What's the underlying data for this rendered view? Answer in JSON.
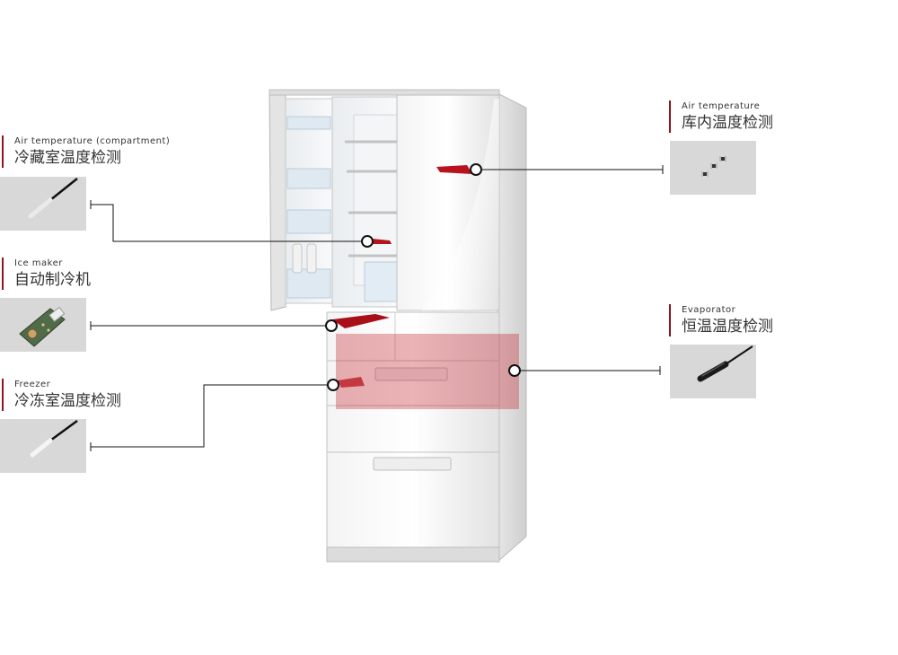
{
  "sensors": [
    {
      "id": "compartment",
      "en": "Air temperature (compartment)",
      "zh": "冷藏室温度检测",
      "thumb": "probe-white"
    },
    {
      "id": "ice",
      "en": "Ice maker",
      "zh": "自动制冷机",
      "thumb": "pcb"
    },
    {
      "id": "freezer",
      "en": "Freezer",
      "zh": "冷冻室温度检测",
      "thumb": "probe-white"
    },
    {
      "id": "air",
      "en": "Air temperature",
      "zh": "库内温度检测",
      "thumb": "chips"
    },
    {
      "id": "evap",
      "en": "Evaporator",
      "zh": "恒温温度检测",
      "thumb": "probe-black"
    }
  ],
  "colors": {
    "accent": "#8b1520",
    "highlight": "#b8121c",
    "thumb_bg": "#d8d8d8",
    "line": "#111111"
  }
}
